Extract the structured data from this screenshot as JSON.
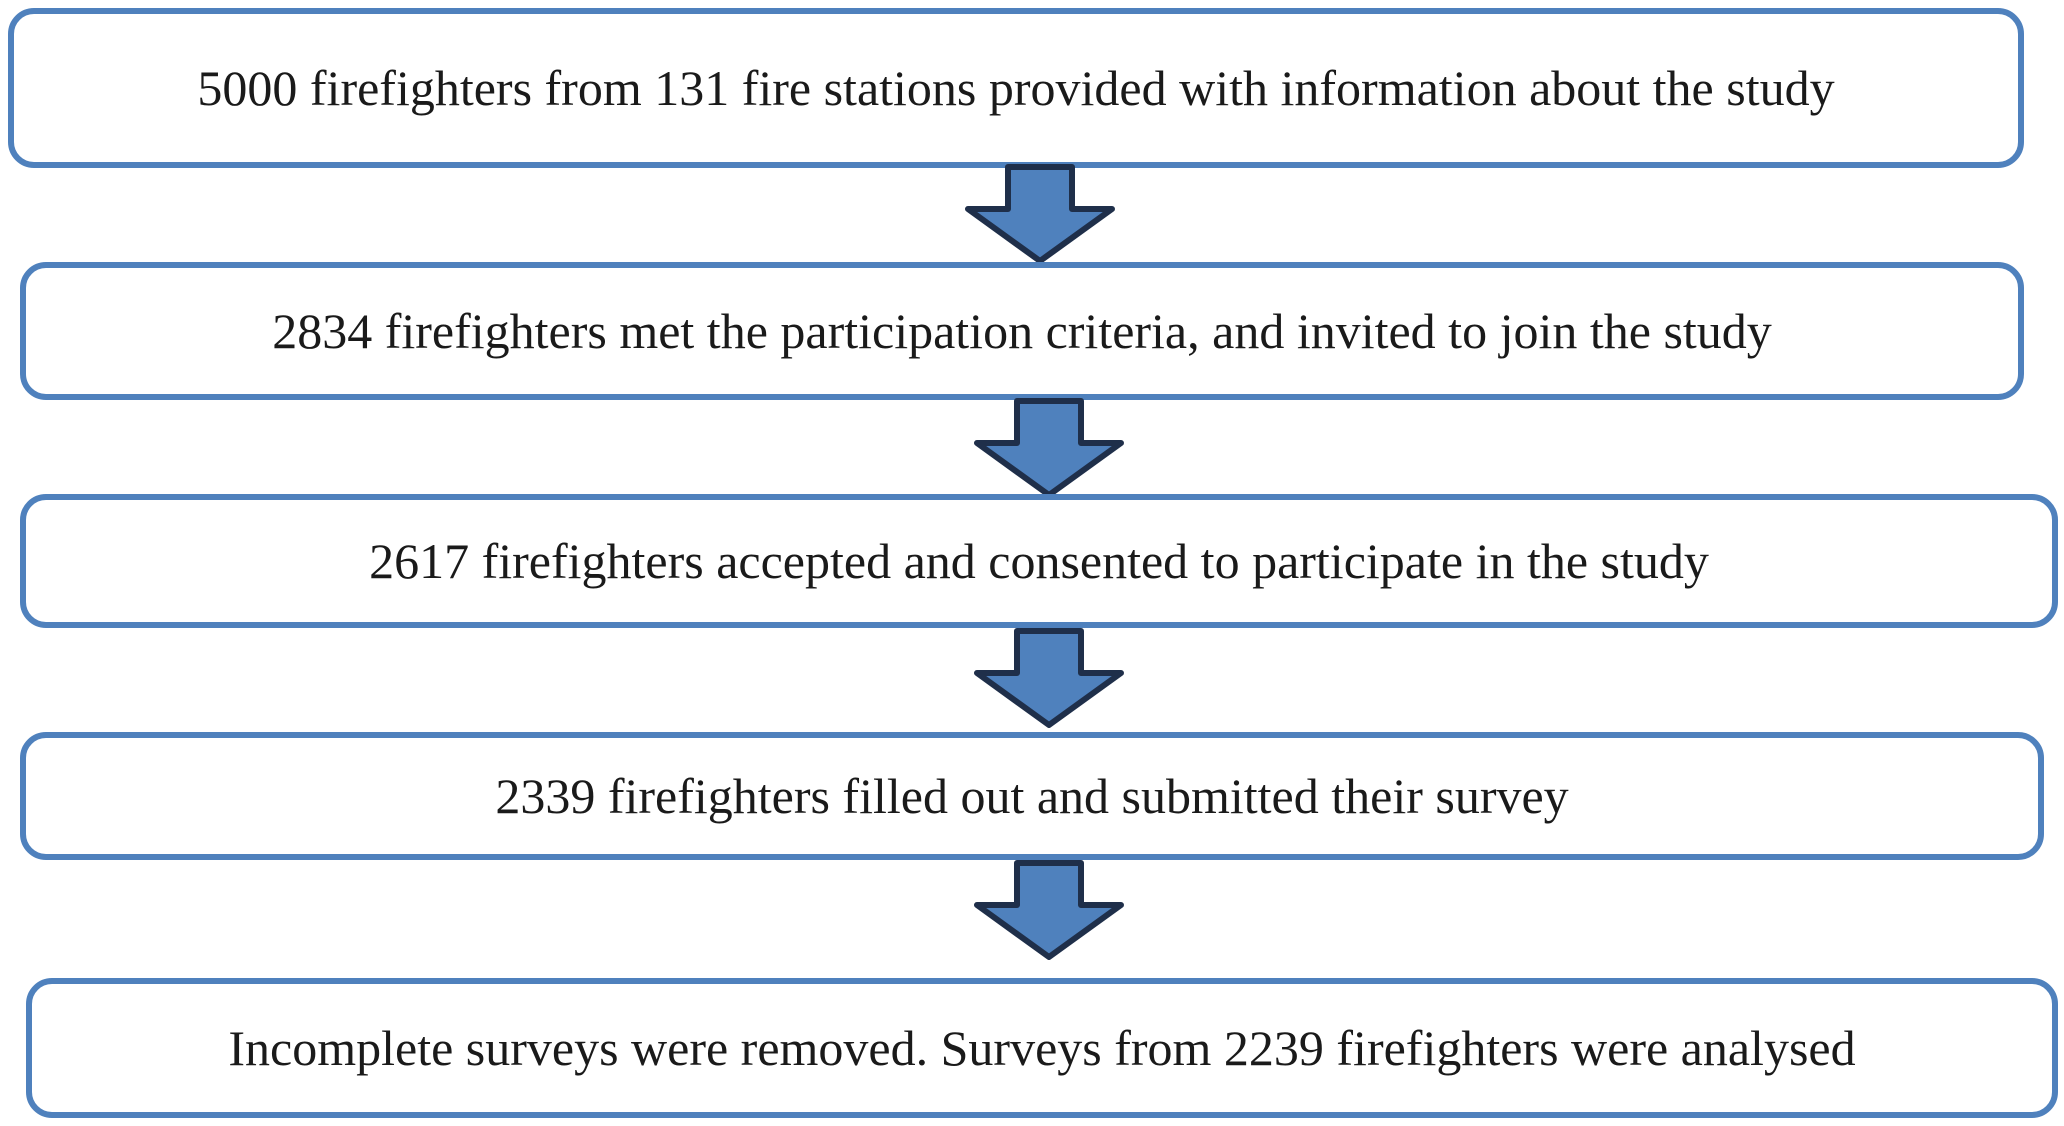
{
  "flow": {
    "steps": [
      {
        "text": "5000 firefighters from 131 fire stations provided with information about the study"
      },
      {
        "text": "2834 firefighters met the participation criteria, and invited to join the study"
      },
      {
        "text": "2617 firefighters accepted and consented to participate in the study"
      },
      {
        "text": "2339 firefighters filled out and submitted their survey"
      },
      {
        "text": "Incomplete surveys were removed. Surveys from 2239 firefighters were analysed"
      }
    ]
  },
  "colors": {
    "box_border": "#4f81bd",
    "arrow_fill": "#4f81bd",
    "arrow_stroke": "#1f2f4a",
    "text": "#1a1a1a"
  }
}
